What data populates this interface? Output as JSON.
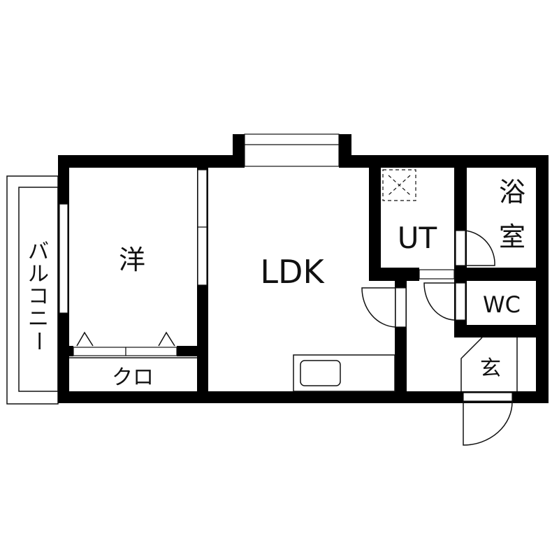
{
  "rooms": {
    "western_room": "洋",
    "ldk": "LDK",
    "utility": "UT",
    "bath_1": "浴",
    "bath_2": "室",
    "wc": "WC",
    "entrance": "玄",
    "closet": "クロ",
    "balcony": [
      "バ",
      "ル",
      "コ",
      "ニ",
      "ー"
    ]
  },
  "colors": {
    "wall": "#000000",
    "line": "#111111",
    "background": "#ffffff"
  }
}
